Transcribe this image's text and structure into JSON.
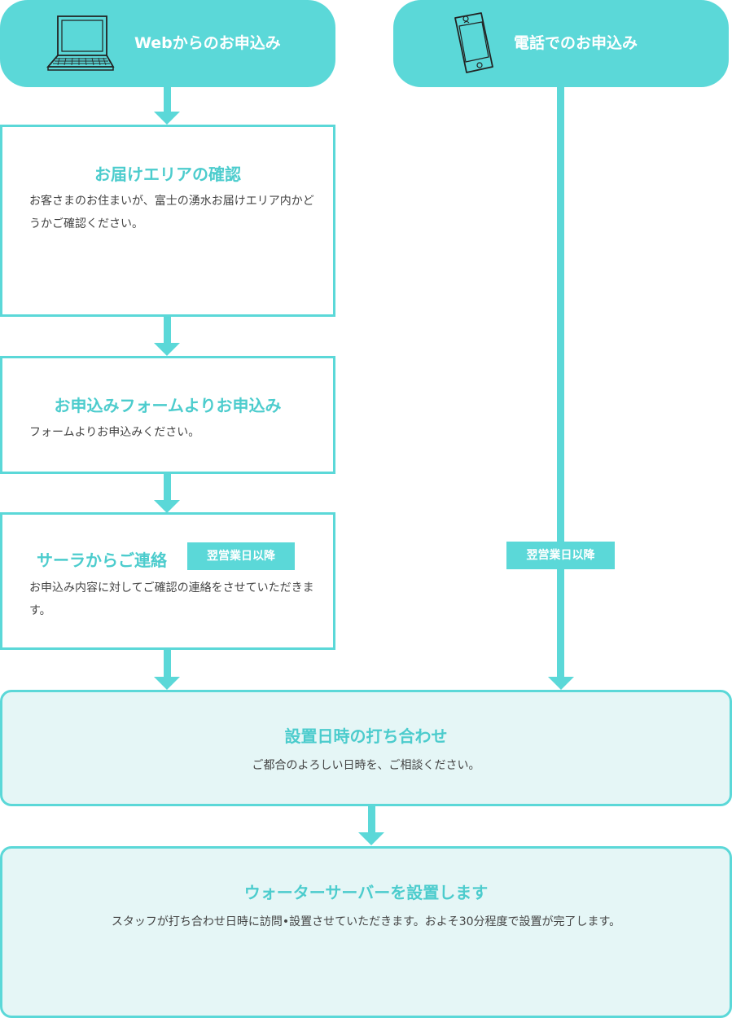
{
  "colors": {
    "accent": "#5bd8d8",
    "accent_text": "#4ccccd",
    "light_bg": "#e5f6f6",
    "body_text": "#444444"
  },
  "web": {
    "header": "Webからのお申込み",
    "steps": [
      {
        "title": "お届けエリアの確認",
        "desc": "お客さまのお住まいが、富士の湧水お届けエリア内かどうかご確認ください。"
      },
      {
        "title": "お申込みフォームよりお申込み",
        "desc": "フォームよりお申込みください。"
      },
      {
        "title": "サーラからご連絡",
        "badge": "翌営業日以降",
        "desc": "お申込み内容に対してご確認の連絡をさせていただきます。"
      }
    ]
  },
  "phone": {
    "header": "電話でのお申込み",
    "badge": "翌営業日以降"
  },
  "common": [
    {
      "title": "設置日時の打ち合わせ",
      "desc": "ご都合のよろしい日時を、ご相談ください。"
    },
    {
      "title": "ウォーターサーバーを設置します",
      "desc": "スタッフが打ち合わせ日時に訪問•設置させていただきます。およそ30分程度で設置が完了します。"
    }
  ],
  "icons": {
    "web": "laptop-icon",
    "phone": "smartphone-icon"
  }
}
